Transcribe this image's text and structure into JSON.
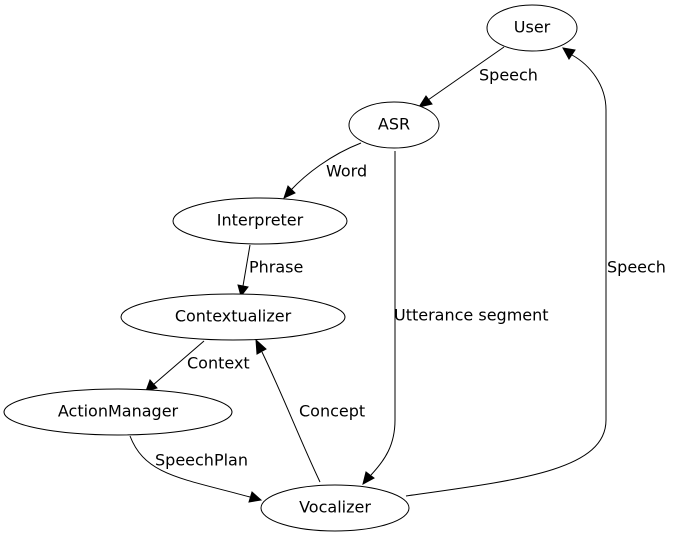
{
  "nodes": {
    "user": "User",
    "asr": "ASR",
    "interpreter": "Interpreter",
    "contextualizer": "Contextualizer",
    "action_manager": "ActionManager",
    "vocalizer": "Vocalizer"
  },
  "edges": {
    "user_to_asr": "Speech",
    "asr_to_interpreter": "Word",
    "interpreter_to_contextualizer": "Phrase",
    "contextualizer_to_action_manager": "Context",
    "action_manager_to_vocalizer": "SpeechPlan",
    "vocalizer_to_contextualizer": "Concept",
    "asr_to_vocalizer": "Utterance segment",
    "vocalizer_to_user": "Speech"
  }
}
